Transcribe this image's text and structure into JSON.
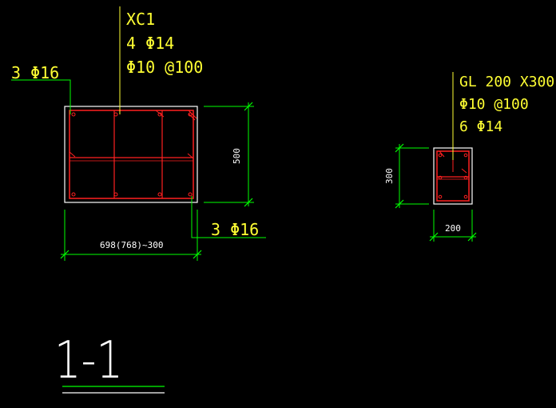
{
  "beam_section": {
    "label_name": "XC1",
    "label_main_bars": "4 Φ14",
    "label_stirrups": "Φ10 @100",
    "top_bars": "3 Φ16",
    "bottom_bars": "3 Φ16",
    "width_dim": "698(768)~300",
    "height_dim": "500"
  },
  "lintel_section": {
    "label_name": "GL 200 X300",
    "label_stirrups": "Φ10 @100",
    "label_main_bars": "6 Φ14",
    "height_dim": "300",
    "width_dim": "200"
  },
  "section_title": "1-1",
  "colors": {
    "background": "#000000",
    "text": "#ffff33",
    "dimension": "#00ff00",
    "rebar": "#ff2020",
    "outline": "#ffffff"
  }
}
